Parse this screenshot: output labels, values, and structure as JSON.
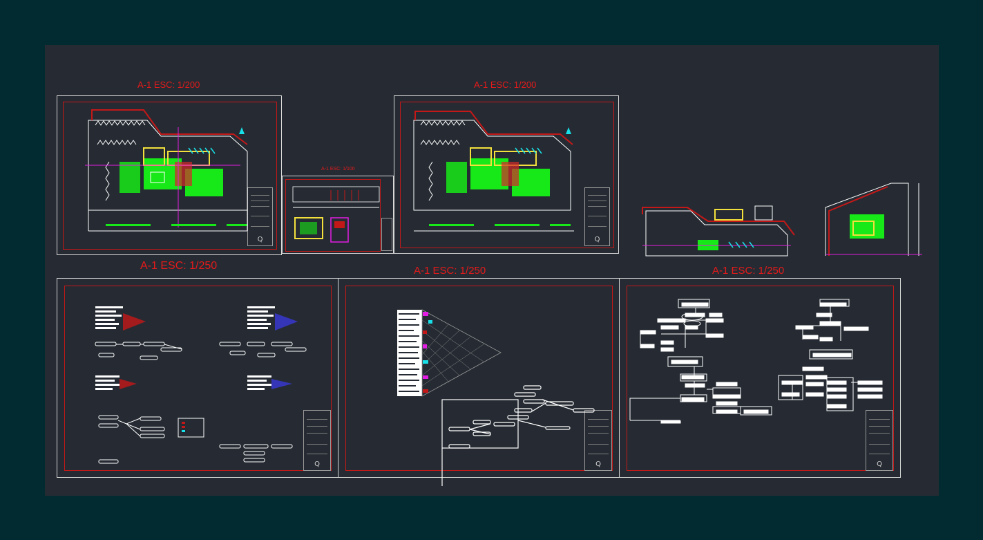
{
  "app": {
    "background": "#022a31",
    "model_space": "#262b33"
  },
  "colors": {
    "sheet_border": "#d8d8d8",
    "frame": "#c41818",
    "label": "#e41a1a",
    "green": "#17e817",
    "cyan": "#18e0e8",
    "yellow": "#f3e03c",
    "magenta": "#e21ce2",
    "white": "#ffffff"
  },
  "labels": {
    "sheet1": "A-1 ESC: 1/200",
    "sheet2": "A-1 ESC: 1/100",
    "sheet3": "A-1 ESC: 1/200",
    "sheet4": "A-1 ESC: 1/250",
    "sheet5": "A-1 ESC: 1/250",
    "sheet6": "A-1 ESC: 1/250"
  },
  "title_block": {
    "signature": "Q"
  }
}
